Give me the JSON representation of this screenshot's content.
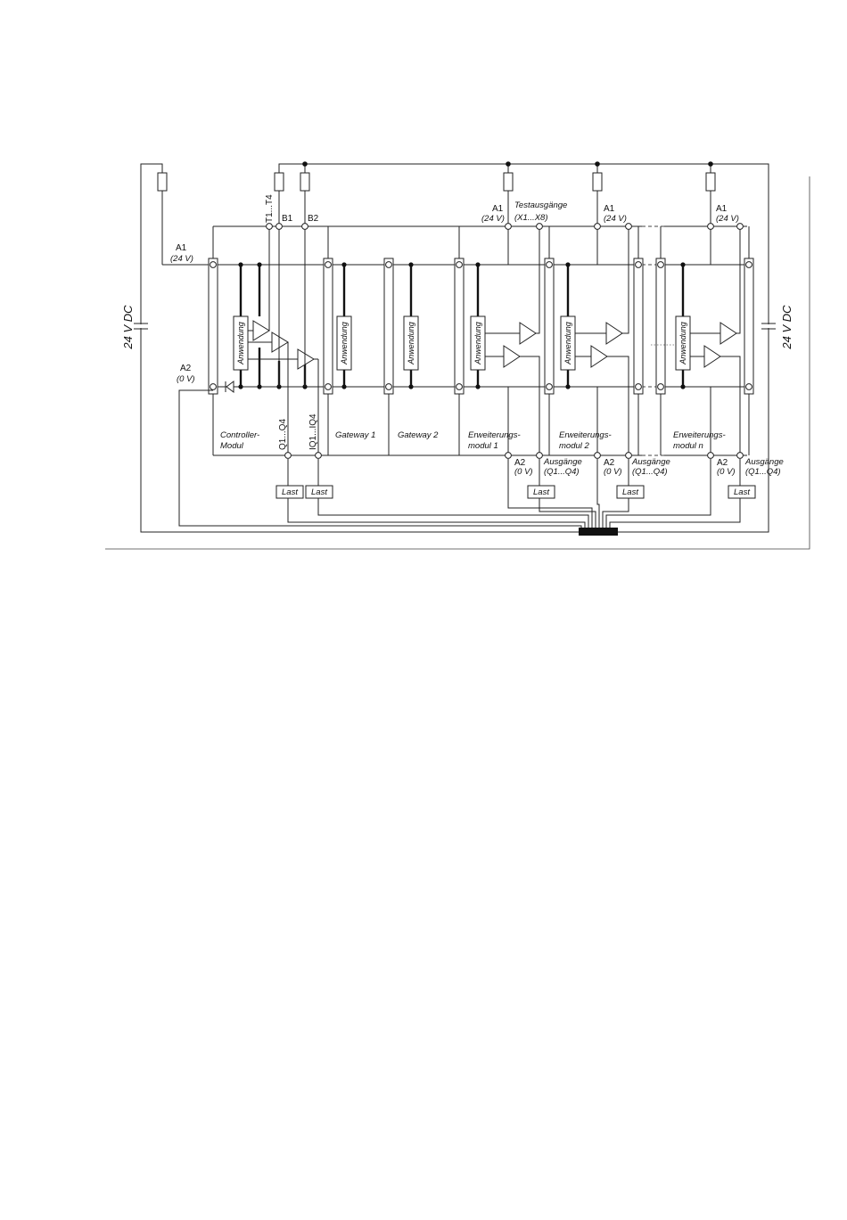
{
  "labels": {
    "supply_left": "24 V DC",
    "supply_right": "24 V DC",
    "a1": "A1",
    "v24": "(24 V)",
    "a2": "A2",
    "v0": "(0 V)",
    "t1t4": "T1...T4",
    "b1": "B1",
    "b2": "B2",
    "testausgaenge_1": "Testausgänge",
    "testausgaenge_2": "(X1...X8)",
    "anwendung": "Anwendung",
    "q1q4": "Q1...Q4",
    "iq1iq4": "IQ1...IQ4",
    "last": "Last",
    "ausgaenge_1": "Ausgänge",
    "ausgaenge_2": "(Q1...Q4)"
  },
  "modules": [
    {
      "line1": "Controller-",
      "line2": "Modul"
    },
    {
      "line1": "Gateway 1",
      "line2": ""
    },
    {
      "line1": "Gateway 2",
      "line2": ""
    },
    {
      "line1": "Erweiterungs-",
      "line2": "modul 1"
    },
    {
      "line1": "Erweiterungs-",
      "line2": "modul 2"
    },
    {
      "line1": "Erweiterungs-",
      "line2": "modul n"
    }
  ]
}
